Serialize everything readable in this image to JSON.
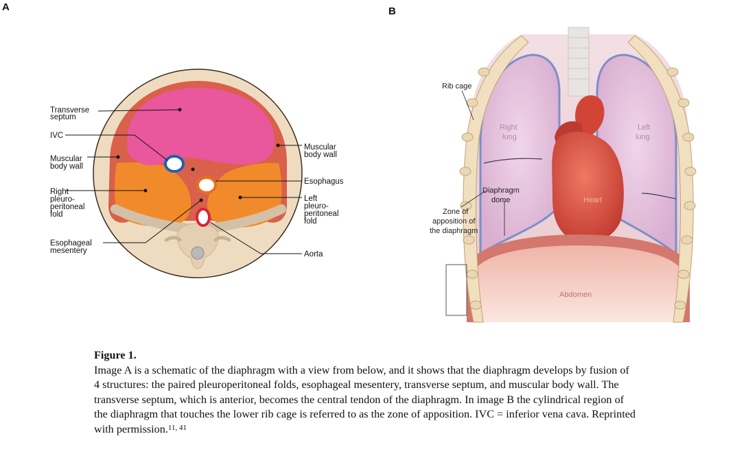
{
  "panel_a": {
    "letter": "A",
    "labels": {
      "transverse_septum": [
        "Transverse",
        "septum"
      ],
      "ivc": "IVC",
      "muscular_body_wall_left": [
        "Muscular",
        "body wall"
      ],
      "right_pleuroperitoneal_fold": [
        "Right",
        "pleuro-",
        "peritoneal",
        "fold"
      ],
      "esophageal_mesentery": [
        "Esophageal",
        "mesentery"
      ],
      "muscular_body_wall_right": [
        "Muscular",
        "body wall"
      ],
      "esophagus": "Esophagus",
      "left_pleuroperitoneal_fold": [
        "Left",
        "pleuro-",
        "peritoneal",
        "fold"
      ],
      "aorta": "Aorta"
    }
  },
  "panel_b": {
    "letter": "B",
    "labels": {
      "rib_cage": "Rib cage",
      "right_lung": [
        "Right",
        "lung"
      ],
      "left_lung": [
        "Left",
        "lung"
      ],
      "diaphragm_dome": [
        "Diaphragm",
        "dome"
      ],
      "heart": "Heart",
      "zone_of_apposition": [
        "Zone of",
        "apposition of",
        "the diaphragm"
      ],
      "abdomen": "Abdomen"
    }
  },
  "caption": {
    "title": "Figure 1.",
    "body": "Image A is a schematic of the diaphragm with a view from below, and it shows that the diaphragm develops by fusion of 4 structures: the paired pleuroperitoneal folds, esophageal mesentery, transverse septum, and muscular body wall. The transverse septum, which is anterior, becomes the central tendon of the diaphragm. In image B the cylindrical region of the diaphragm that touches the lower rib cage is referred to as the zone of apposition. IVC = inferior vena cava. Reprinted with permission.",
    "refs": "11, 41"
  },
  "colors": {
    "transverse_septum": "#e9579d",
    "pleuroperitoneal_fold": "#f08a2a",
    "muscular_body_wall": "#d9604a",
    "mesentery_background": "#efdcc0",
    "outline": "#3a2a22",
    "ivc_ring": "#1f5fb5",
    "esophagus_ring": "#e8701e",
    "aorta_ring": "#d8253a",
    "lung": "#e5c3dd",
    "heart": "#e0574a",
    "abdomen": "#f5cdc2"
  }
}
